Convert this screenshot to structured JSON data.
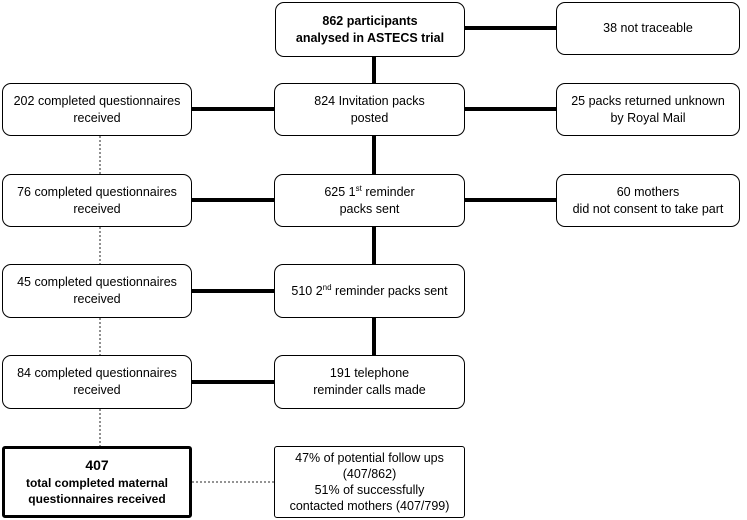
{
  "nodes": {
    "participants": {
      "lines": [
        "862 participants",
        "analysed in ASTECS trial"
      ]
    },
    "not_traceable": {
      "lines": [
        "38 not traceable"
      ]
    },
    "invitation": {
      "lines": [
        "824 Invitation packs",
        "posted"
      ]
    },
    "returned_unknown": {
      "lines": [
        "25 packs returned unknown",
        "by Royal Mail"
      ]
    },
    "completed_1": {
      "lines": [
        "202 completed questionnaires",
        "received"
      ]
    },
    "reminder_1": {
      "pre": "625 1",
      "sup": "st",
      "post": " reminder",
      "line2": "packs sent"
    },
    "no_consent": {
      "lines": [
        "60 mothers",
        "did not consent to take part"
      ]
    },
    "completed_2": {
      "lines": [
        "76 completed questionnaires",
        "received"
      ]
    },
    "reminder_2": {
      "pre": "510 2",
      "sup": "nd",
      "post": " reminder packs sent"
    },
    "completed_3": {
      "lines": [
        "45 completed questionnaires",
        "received"
      ]
    },
    "telephone": {
      "lines": [
        "191 telephone",
        "reminder calls made"
      ]
    },
    "completed_4": {
      "lines": [
        "84 completed questionnaires",
        "received"
      ]
    },
    "total": {
      "lines": [
        "407",
        "total completed maternal",
        "questionnaires received"
      ]
    },
    "followup": {
      "lines": [
        "47% of potential follow ups",
        "(407/862)",
        "51% of successfully",
        "contacted mothers (407/799)"
      ]
    }
  },
  "colors": {
    "line": "#000000",
    "box_border": "#000000",
    "background": "#ffffff"
  }
}
